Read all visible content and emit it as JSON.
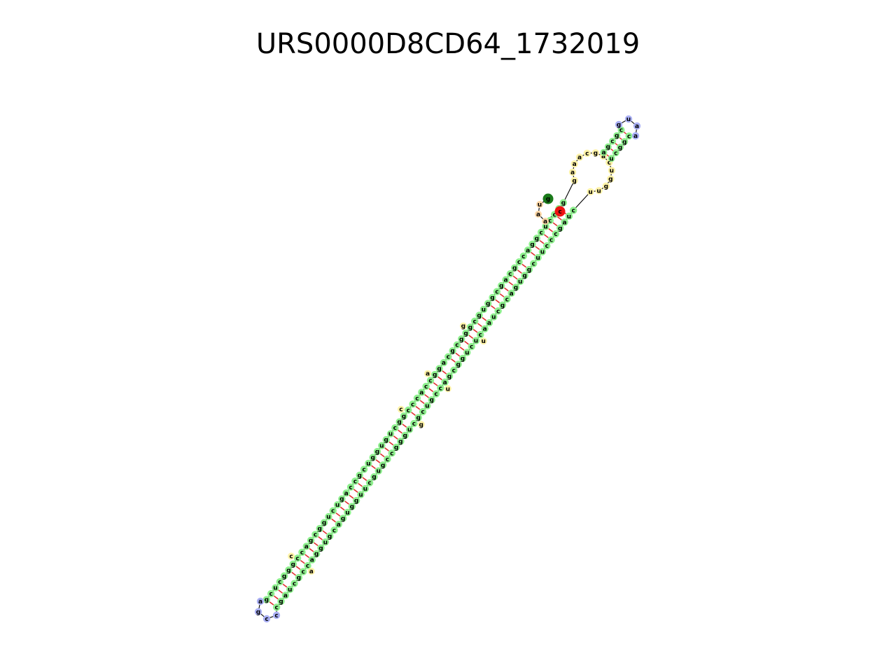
{
  "title": "URS0000D8CD64_1732019",
  "colors": {
    "stem": "#8ef08e",
    "loop": "#fff3a8",
    "hairpin": "#aab0f5",
    "dangling": "#ffd9a8",
    "backbone": "#000000",
    "pair_bond": "#e03030",
    "start_marker": "#1a7a1a",
    "end_marker": "#ee1111"
  },
  "structure": {
    "five_prime_marker": "g",
    "three_prime_marker": "c",
    "dangling": [
      "a",
      "a",
      "u"
    ],
    "stem_5p": [
      "g",
      "c",
      "u",
      "c",
      "g",
      "g",
      "g",
      "c",
      "c",
      "a",
      "g",
      "c",
      "g",
      "g",
      "u",
      "c",
      "u",
      "g",
      "a",
      "c",
      "c",
      "g",
      "c",
      "u",
      "g",
      "g",
      "u",
      "g",
      "u",
      "c",
      "g",
      "g",
      "c",
      "c",
      "c",
      "a",
      "c",
      "c",
      "g",
      "g",
      "a",
      "c",
      "g",
      "c",
      "g",
      "g",
      "g",
      "c",
      "g",
      "u",
      "g",
      "g",
      "c",
      "g",
      "a",
      "c",
      "g",
      "c",
      "c",
      "a",
      "g",
      "g",
      "c",
      "u",
      "c",
      "c",
      "c",
      "g"
    ],
    "loop_upper": [
      "g",
      "a",
      "a",
      "a",
      "c",
      "g",
      "a",
      "c",
      "u",
      "g",
      "g",
      "u",
      "u"
    ],
    "hairpin_top": [
      "g",
      "u",
      "a",
      "a",
      "g",
      "g"
    ],
    "hairpin_bottom": [
      "a",
      "g",
      "c",
      "c"
    ],
    "bulges": [
      "c",
      "a",
      "c",
      "g",
      "a",
      "u",
      "g",
      "u"
    ],
    "stem_3p": [
      "c",
      "g",
      "a",
      "u",
      "c",
      "g",
      "c",
      "c",
      "a",
      "g",
      "g",
      "u",
      "g",
      "c",
      "a",
      "g",
      "u",
      "g",
      "g",
      "u",
      "u",
      "c",
      "g",
      "u",
      "g",
      "c",
      "c",
      "g",
      "g",
      "g",
      "u",
      "c",
      "g",
      "c",
      "u",
      "g",
      "c",
      "c",
      "a",
      "g",
      "c",
      "g",
      "g",
      "u",
      "c",
      "u",
      "c",
      "a",
      "a",
      "u",
      "c",
      "g",
      "c",
      "a",
      "g",
      "u",
      "g",
      "g",
      "c",
      "u",
      "u",
      "c",
      "c"
    ]
  }
}
